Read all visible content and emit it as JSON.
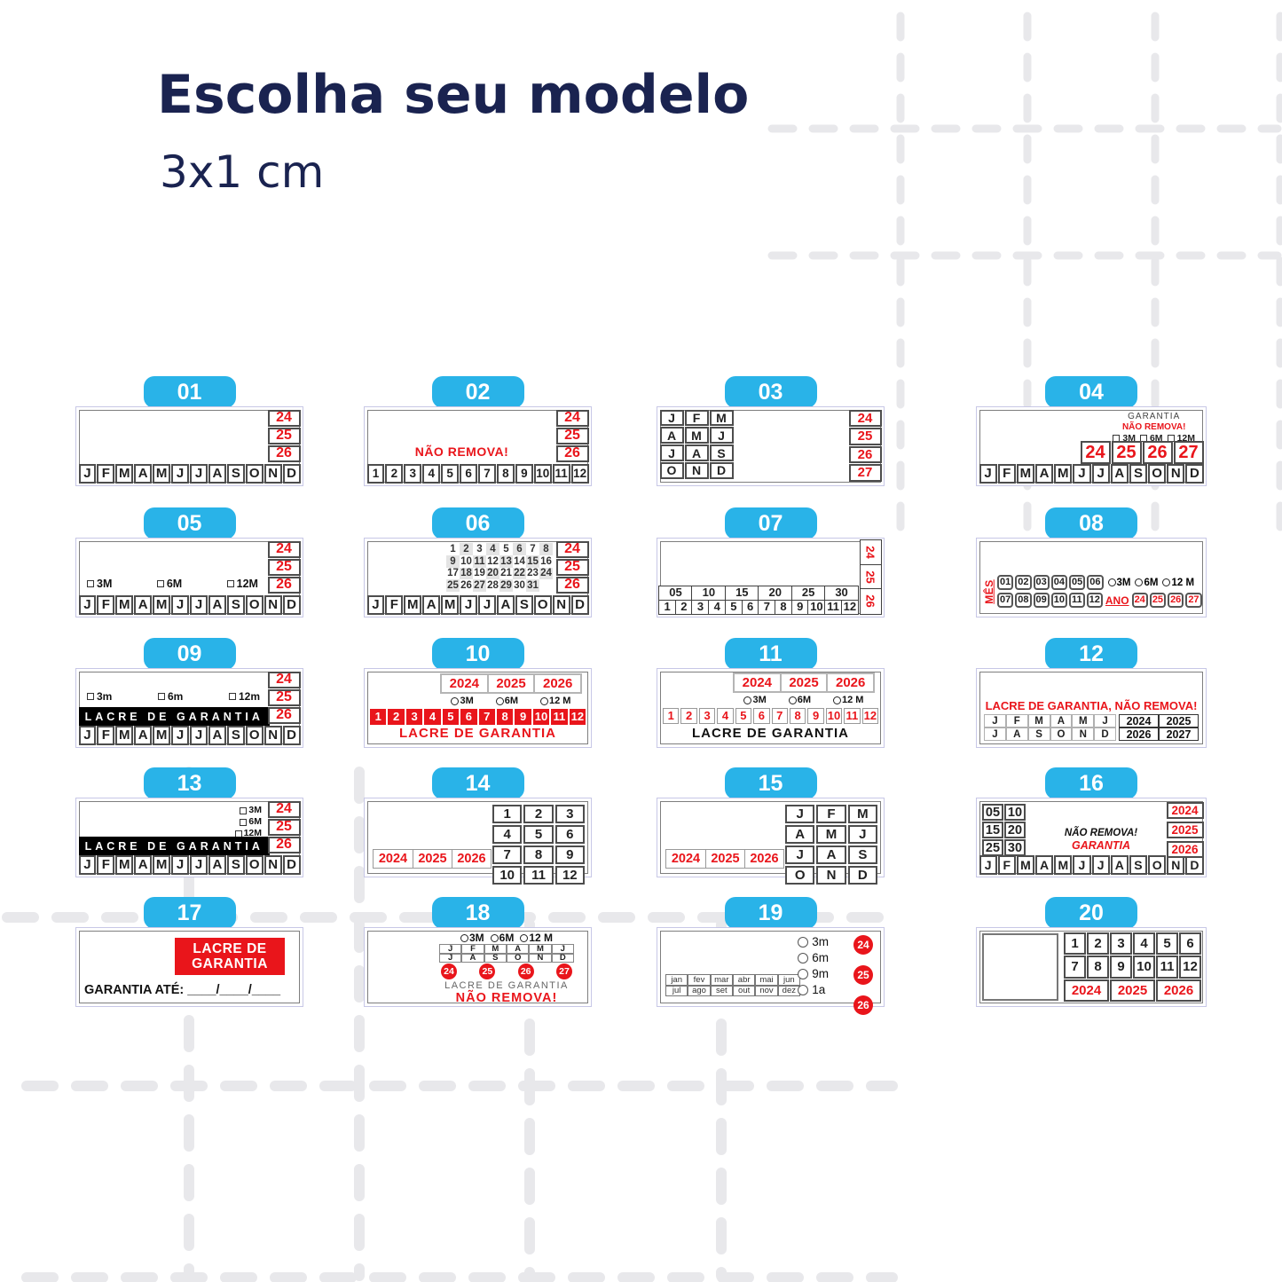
{
  "page": {
    "title": "Escolha seu modelo",
    "subtitle": "3x1 cm"
  },
  "colors": {
    "badge_blue": "#29b3e8",
    "red": "#e9151b",
    "navy": "#1a2350"
  },
  "shared": {
    "months12": [
      "J",
      "F",
      "M",
      "A",
      "M",
      "J",
      "J",
      "A",
      "S",
      "O",
      "N",
      "D"
    ],
    "nums12": [
      "1",
      "2",
      "3",
      "4",
      "5",
      "6",
      "7",
      "8",
      "9",
      "10",
      "11",
      "12"
    ],
    "nums1_6": [
      "1",
      "2",
      "3",
      "4",
      "5",
      "6"
    ],
    "nums7_12": [
      "7",
      "8",
      "9",
      "10",
      "11",
      "12"
    ],
    "y24_26": [
      "24",
      "25",
      "26"
    ],
    "y24_27": [
      "24",
      "25",
      "26",
      "27"
    ],
    "y2024_2026": [
      "2024",
      "2025",
      "2026"
    ]
  },
  "models": {
    "m01": {
      "id": "01"
    },
    "m02": {
      "id": "02",
      "warning": "NÃO REMOVA!"
    },
    "m03": {
      "id": "03"
    },
    "m04": {
      "id": "04",
      "garantia": "GARANTIA",
      "warning": "NÃO REMOVA!",
      "opts": [
        "3M",
        "6M",
        "12M"
      ]
    },
    "m05": {
      "id": "05",
      "opts": [
        "3M",
        "6M",
        "12M"
      ]
    },
    "m06": {
      "id": "06",
      "day_rows": [
        [
          "1",
          "2",
          "3",
          "4",
          "5",
          "6",
          "7",
          "8"
        ],
        [
          "9",
          "10",
          "11",
          "12",
          "13",
          "14",
          "15",
          "16"
        ],
        [
          "17",
          "18",
          "19",
          "20",
          "21",
          "22",
          "23",
          "24"
        ],
        [
          "25",
          "26",
          "27",
          "28",
          "29",
          "30",
          "31"
        ]
      ]
    },
    "m07": {
      "id": "07",
      "fives": [
        "05",
        "10",
        "15",
        "20",
        "25",
        "30"
      ]
    },
    "m08": {
      "id": "08",
      "mes": "MÊS",
      "ano": "ANO",
      "nums_a": [
        "01",
        "02",
        "03",
        "04",
        "05",
        "06"
      ],
      "nums_b": [
        "07",
        "08",
        "09",
        "10",
        "11",
        "12"
      ],
      "opts": [
        "3M",
        "6M",
        "12 M"
      ]
    },
    "m09": {
      "id": "09",
      "opts": [
        "3m",
        "6m",
        "12m"
      ],
      "bar": "LACRE DE GARANTIA"
    },
    "m10": {
      "id": "10",
      "opts": [
        "3M",
        "6M",
        "12 M"
      ],
      "label": "LACRE DE GARANTIA"
    },
    "m11": {
      "id": "11",
      "opts": [
        "3M",
        "6M",
        "12 M"
      ],
      "label": "LACRE DE GARANTIA"
    },
    "m12": {
      "id": "12",
      "title": "LACRE DE GARANTIA, NÃO REMOVA!",
      "years": [
        "2024",
        "2025",
        "2026",
        "2027"
      ]
    },
    "m13": {
      "id": "13",
      "opts": [
        "3M",
        "6M",
        "12M"
      ],
      "bar": "LACRE DE GARANTIA"
    },
    "m14": {
      "id": "14"
    },
    "m15": {
      "id": "15"
    },
    "m16": {
      "id": "16",
      "days": [
        "05",
        "10",
        "15",
        "20",
        "25",
        "30"
      ],
      "warning": "NÃO REMOVA!",
      "garantia": "GARANTIA"
    },
    "m17": {
      "id": "17",
      "seal_line1": "LACRE DE",
      "seal_line2": "GARANTIA",
      "until": "GARANTIA ATÉ:",
      "blanks": "____/____/____"
    },
    "m18": {
      "id": "18",
      "opts": [
        "3M",
        "6M",
        "12 M"
      ],
      "label": "LACRE DE GARANTIA",
      "warning": "NÃO REMOVA!"
    },
    "m19": {
      "id": "19",
      "months": [
        "jan",
        "fev",
        "mar",
        "abr",
        "mai",
        "jun",
        "jul",
        "ago",
        "set",
        "out",
        "nov",
        "dez"
      ],
      "opts": [
        "3m",
        "6m",
        "9m",
        "1a"
      ],
      "years": [
        "24",
        "25",
        "26"
      ]
    },
    "m20": {
      "id": "20"
    }
  }
}
